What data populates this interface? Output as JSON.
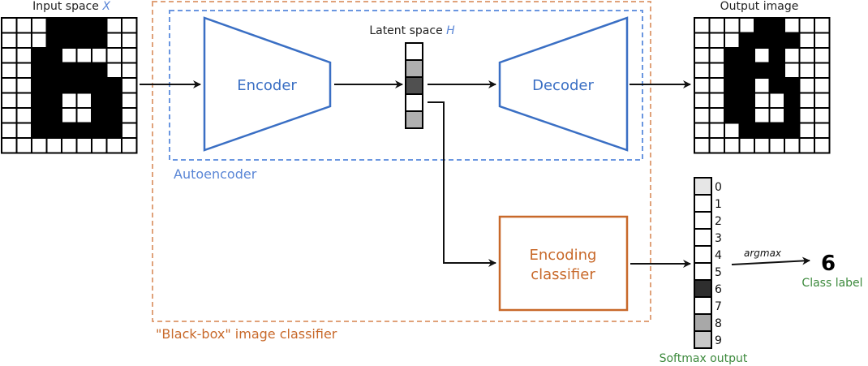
{
  "input": {
    "label": "Input space ",
    "label_var": "X",
    "grid": [
      [
        0,
        0,
        0,
        1,
        1,
        1,
        1,
        0,
        0
      ],
      [
        0,
        0,
        0,
        1,
        1,
        1,
        1,
        0,
        0
      ],
      [
        0,
        0,
        1,
        1,
        0,
        0,
        0,
        0,
        0
      ],
      [
        0,
        0,
        1,
        1,
        1,
        1,
        1,
        0,
        0
      ],
      [
        0,
        0,
        1,
        1,
        1,
        1,
        1,
        1,
        0
      ],
      [
        0,
        0,
        1,
        1,
        0,
        0,
        1,
        1,
        0
      ],
      [
        0,
        0,
        1,
        1,
        0,
        0,
        1,
        1,
        0
      ],
      [
        0,
        0,
        1,
        1,
        1,
        1,
        1,
        1,
        0
      ],
      [
        0,
        0,
        0,
        0,
        0,
        0,
        0,
        0,
        0
      ]
    ]
  },
  "output": {
    "label": "Output image",
    "grid": [
      [
        0,
        0,
        0,
        0,
        1,
        1,
        0,
        0,
        0
      ],
      [
        0,
        0,
        0,
        1,
        1,
        1,
        1,
        0,
        0
      ],
      [
        0,
        0,
        1,
        1,
        0,
        1,
        0,
        0,
        0
      ],
      [
        0,
        0,
        1,
        1,
        1,
        1,
        0,
        0,
        0
      ],
      [
        0,
        0,
        1,
        1,
        0,
        1,
        1,
        0,
        0
      ],
      [
        0,
        0,
        1,
        1,
        0,
        0,
        1,
        0,
        0
      ],
      [
        0,
        0,
        1,
        1,
        0,
        0,
        1,
        0,
        0
      ],
      [
        0,
        0,
        0,
        1,
        1,
        1,
        1,
        0,
        0
      ],
      [
        0,
        0,
        0,
        0,
        0,
        0,
        0,
        0,
        0
      ]
    ]
  },
  "latent": {
    "label": "Latent space ",
    "label_var": "H",
    "shades": [
      "#ffffff",
      "#b0b0b0",
      "#505050",
      "#ffffff",
      "#b0b0b0"
    ]
  },
  "encoder": {
    "label": "Encoder"
  },
  "decoder": {
    "label": "Decoder"
  },
  "autoencoder": {
    "label": "Autoencoder"
  },
  "classifier": {
    "line1": "Encoding",
    "line2": "classifier"
  },
  "blackbox": {
    "label": "\"Black-box\" image classifier"
  },
  "softmax": {
    "label": "Softmax output",
    "indices": [
      "0",
      "1",
      "2",
      "3",
      "4",
      "5",
      "6",
      "7",
      "8",
      "9"
    ],
    "shades": [
      "#e6e6e6",
      "#ffffff",
      "#ffffff",
      "#ffffff",
      "#ffffff",
      "#ffffff",
      "#2e2e2e",
      "#ffffff",
      "#a8a8a8",
      "#c8c8c8"
    ]
  },
  "argmax": {
    "label": "argmax"
  },
  "class_label": {
    "value": "6",
    "caption": "Class label"
  },
  "colors": {
    "blue": "#3a6fc4",
    "blue_light": "#5a86d6",
    "orange": "#c8692a",
    "orange_dash": "#e0a27a",
    "green": "#3d8a3d"
  }
}
